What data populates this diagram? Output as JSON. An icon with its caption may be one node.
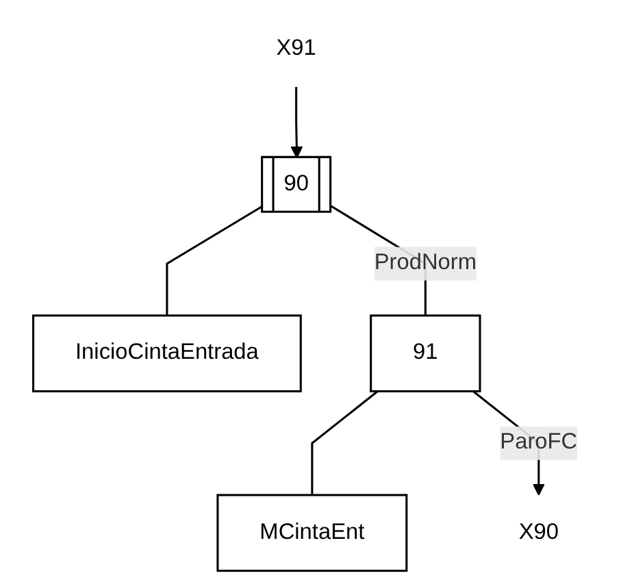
{
  "diagram": {
    "nodes": [
      {
        "text": [
          "X91"
        ]
      },
      {
        "text": [
          "90"
        ]
      },
      {
        "text": [
          "InicioCintaEntrada"
        ]
      },
      {
        "text": [
          "91"
        ]
      },
      {
        "text": [
          "MCintaEnt"
        ]
      },
      {
        "text": [
          "X90"
        ]
      }
    ],
    "edges": [
      {
        "from": 0,
        "to": 1,
        "arrow": "to"
      },
      {
        "from": 1,
        "to": 2,
        "arrow": "none"
      },
      {
        "from": 1,
        "to": 3,
        "label": "ProdNorm",
        "arrow": "none"
      },
      {
        "from": 3,
        "to": 4,
        "arrow": "none"
      },
      {
        "from": 3,
        "to": 5,
        "label": "ParoFC",
        "arrow": "to"
      }
    ]
  }
}
